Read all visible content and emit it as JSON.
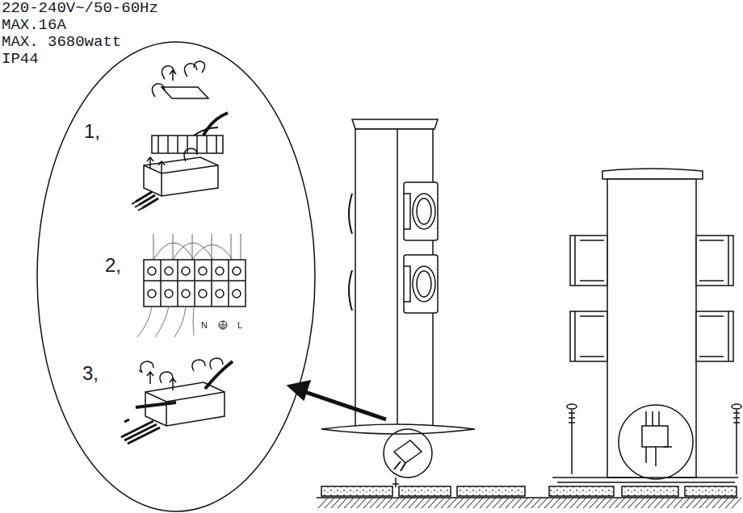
{
  "diagram": {
    "labels": [
      "220-240V~/50-60Hz",
      "MAX.16A",
      "MAX. 3680watt",
      "IP44",
      "1,",
      "2,",
      "3,",
      "N",
      "L"
    ]
  }
}
